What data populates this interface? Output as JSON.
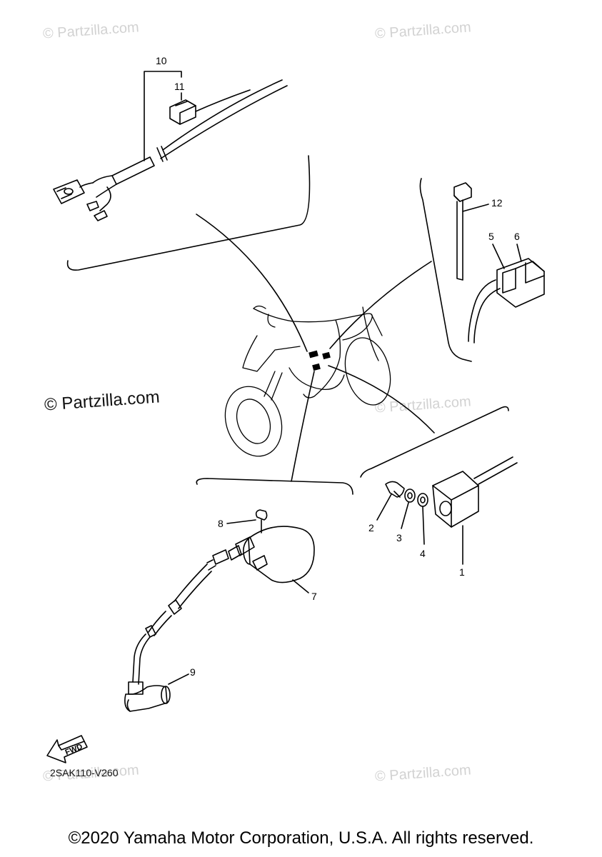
{
  "watermarks": {
    "text": "© Partzilla.com",
    "main": "© Partzilla.com"
  },
  "callouts": {
    "p1": "1",
    "p2": "2",
    "p3": "3",
    "p4": "4",
    "p5": "5",
    "p6": "6",
    "p7": "7",
    "p8": "8",
    "p9": "9",
    "p10": "10",
    "p11": "11",
    "p12": "12"
  },
  "fwd_label": "FWD",
  "diagram_code": "2SAK110-V260",
  "copyright": "©2020 Yamaha Motor Corporation, U.S.A. All rights reserved."
}
